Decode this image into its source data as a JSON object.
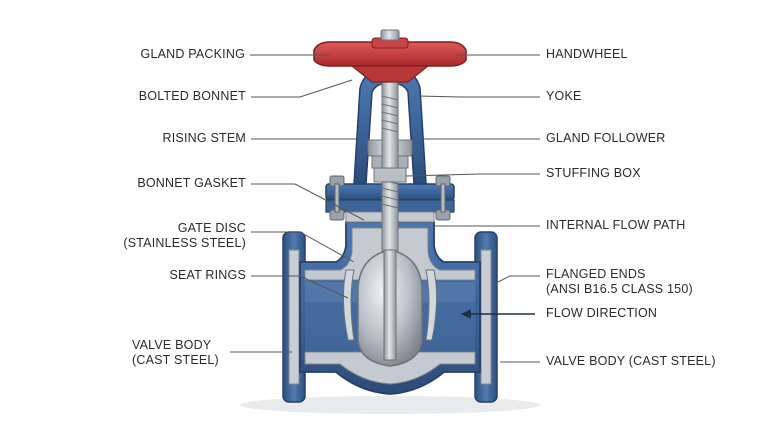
{
  "colors": {
    "handwheel": "#c8383a",
    "body_blue": "#3f6aa3",
    "body_blue_dark": "#2f4f7a",
    "steel": "#b9bec4",
    "steel_dark": "#8d949b",
    "cavity": "#dfe5ec",
    "leader": "#555555",
    "text": "#2a2a2a"
  },
  "labels": {
    "left": [
      {
        "key": "gland_packing",
        "lines": [
          "GLAND PACKING"
        ]
      },
      {
        "key": "bolted_bonnet",
        "lines": [
          "BOLTED BONNET"
        ]
      },
      {
        "key": "rising_stem",
        "lines": [
          "RISING STEM"
        ]
      },
      {
        "key": "bonnet_gasket",
        "lines": [
          "BONNET GASKET"
        ]
      },
      {
        "key": "gate_disc",
        "lines": [
          "GATE DISC",
          "(STAINLESS STEEL)"
        ]
      },
      {
        "key": "seat_rings",
        "lines": [
          "SEAT RINGS"
        ]
      },
      {
        "key": "valve_body_left",
        "lines": [
          "VALVE BODY",
          "(CAST STEEL)"
        ]
      }
    ],
    "right": [
      {
        "key": "handwheel",
        "lines": [
          "HANDWHEEL"
        ]
      },
      {
        "key": "yoke",
        "lines": [
          "YOKE"
        ]
      },
      {
        "key": "gland_follower",
        "lines": [
          "GLAND FOLLOWER"
        ]
      },
      {
        "key": "stuffing_box",
        "lines": [
          "STUFFING BOX"
        ]
      },
      {
        "key": "internal_flow_path",
        "lines": [
          "INTERNAL FLOW PATH"
        ]
      },
      {
        "key": "flanged_ends",
        "lines": [
          "FLANGED ENDS",
          "(ANSI B16.5 CLASS 150)"
        ]
      },
      {
        "key": "flow_direction",
        "lines": [
          "FLOW DIRECTION"
        ]
      },
      {
        "key": "valve_body_right",
        "lines": [
          "VALVE BODY (CAST STEEL)"
        ]
      }
    ]
  }
}
